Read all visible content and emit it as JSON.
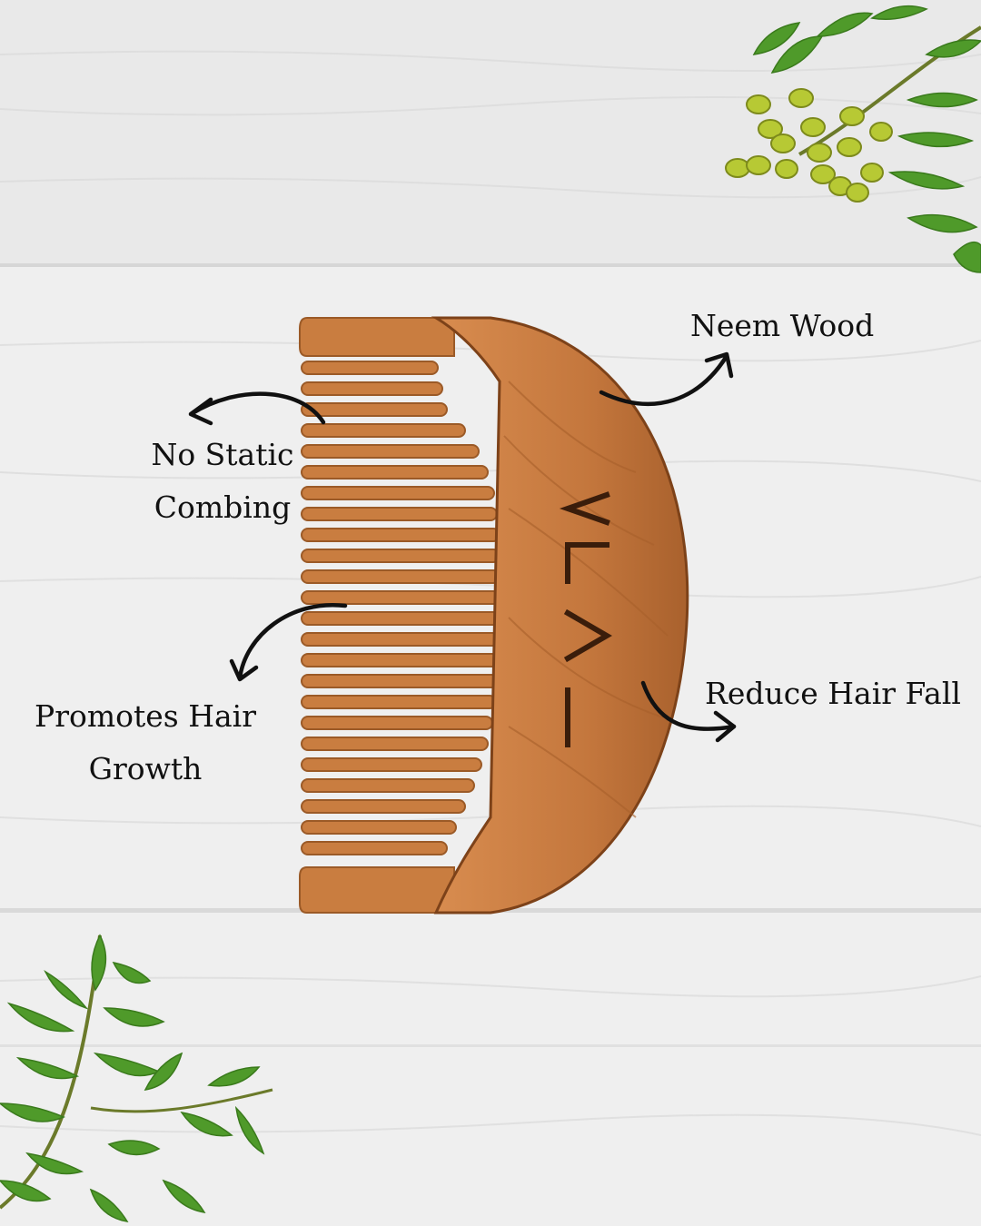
{
  "product": {
    "brand_logo": "ALVI",
    "material": "neem-wood"
  },
  "callouts": {
    "neem_wood": "Neem Wood",
    "no_static_line1": "No Static",
    "no_static_line2": "Combing",
    "hair_growth_line1": "Promotes Hair",
    "hair_growth_line2": "Growth",
    "hair_fall": "Reduce Hair Fall"
  },
  "colors": {
    "background": "#eeeeee",
    "wood": "#c77a3f",
    "wood_dark": "#8a4a1f",
    "leaf": "#4f9a2a",
    "berry": "#b7c934",
    "text": "#111111"
  }
}
